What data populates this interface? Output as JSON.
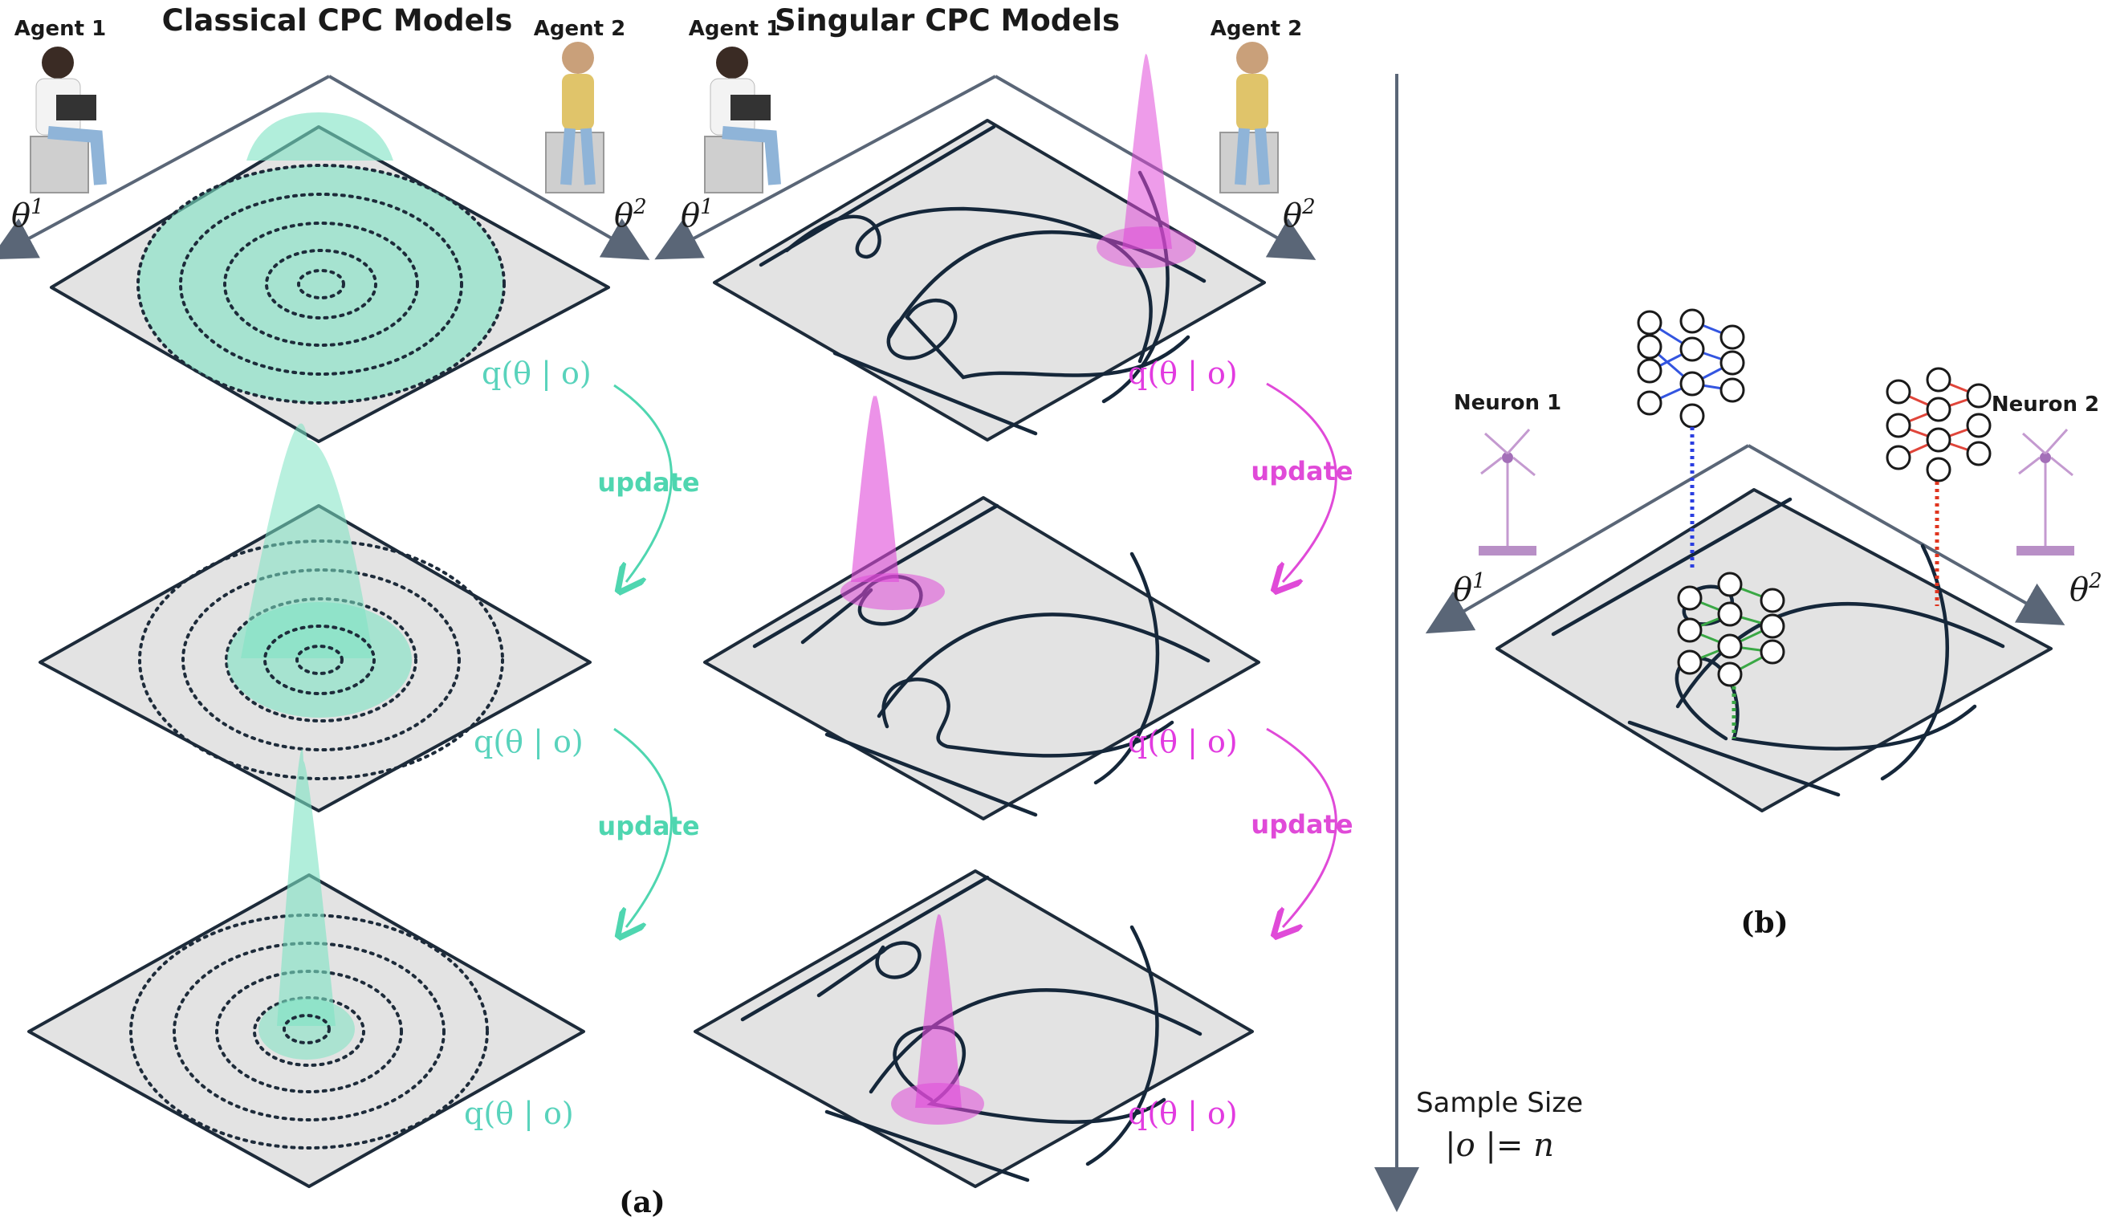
{
  "left_title": "Classical CPC Models",
  "middle_title": "Singular CPC Models",
  "agent1": "Agent 1",
  "agent2": "Agent 2",
  "theta1": "θ",
  "theta2": "θ",
  "sup1": "1",
  "sup2": "2",
  "q_label": "q(θ | o)",
  "update_label": "update",
  "panel_a": "(a)",
  "panel_b": "(b)",
  "neuron1": "Neuron 1",
  "neuron2": "Neuron 2",
  "sample_size": "Sample Size",
  "sample_formula": "|o |= n",
  "colors": {
    "classical": "#4fd6b0",
    "classical_text": "#59d3bc",
    "singular": "#e04ad8",
    "singular_text": "#e23be0",
    "plane": "#e3e3e3",
    "edge": "#1d2b3a",
    "axis": "#5a6677"
  }
}
